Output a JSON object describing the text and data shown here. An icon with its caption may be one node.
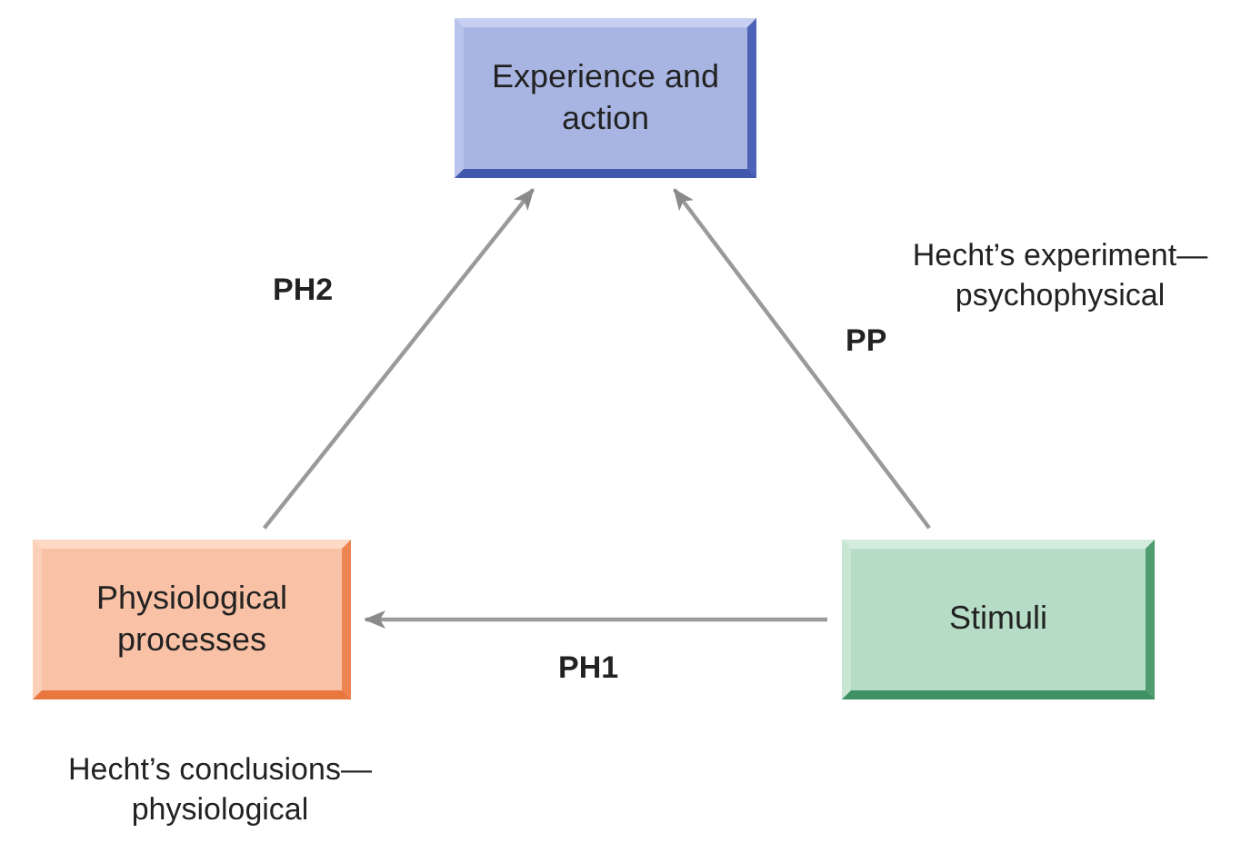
{
  "diagram": {
    "nodes": [
      {
        "text": [
          "Experience and action"
        ]
      },
      {
        "text": [
          "Physiological processes"
        ]
      },
      {
        "text": [
          "Stimuli"
        ]
      }
    ],
    "edges": [
      {
        "from": 1,
        "to": 0,
        "arrow": "to",
        "label": "PH2"
      },
      {
        "from": 2,
        "to": 0,
        "arrow": "to",
        "label": "PP"
      },
      {
        "from": 2,
        "to": 1,
        "arrow": "to",
        "label": "PH1"
      }
    ],
    "labels": [
      "Hecht’s experiment—psychophysical",
      "Hecht’s conclusions—physiological"
    ]
  }
}
